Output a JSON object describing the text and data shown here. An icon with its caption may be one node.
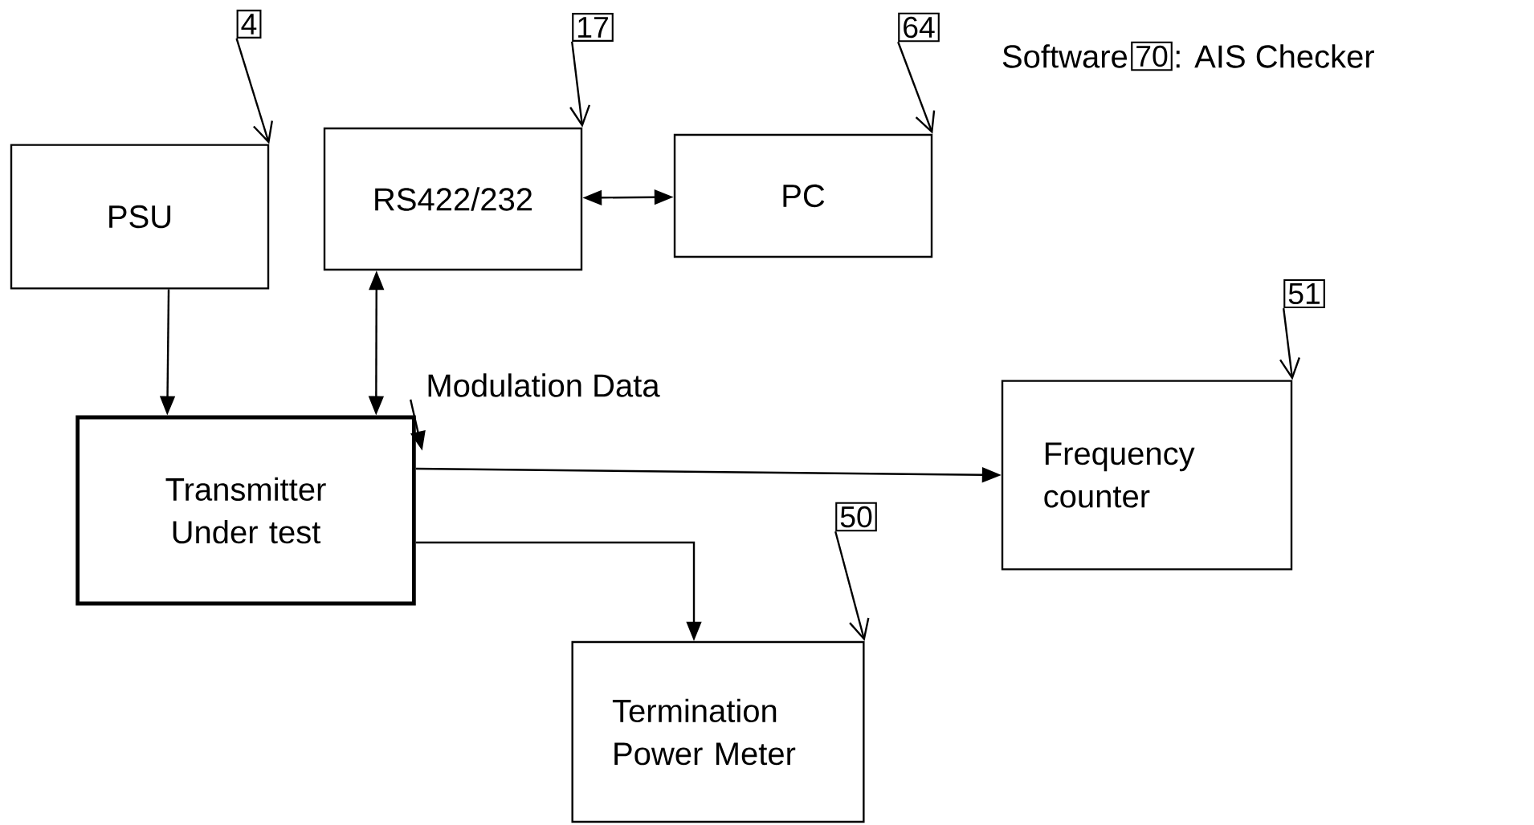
{
  "diagram": {
    "nodes": [
      {
        "text": [
          "PSU"
        ]
      },
      {
        "text": [
          "RS422/232"
        ]
      },
      {
        "text": [
          "PC"
        ]
      },
      {
        "text": [
          "Transmitter Under test"
        ]
      },
      {
        "text": [
          "Frequency counter"
        ]
      },
      {
        "text": [
          "Termination Power Meter"
        ]
      },
      {
        "text": [
          "4"
        ]
      },
      {
        "text": [
          "17"
        ]
      },
      {
        "text": [
          "64"
        ]
      },
      {
        "text": [
          "51"
        ]
      },
      {
        "text": [
          "50"
        ]
      },
      {
        "text": [
          "Modulation Data"
        ]
      },
      {
        "text": [
          "70"
        ]
      }
    ],
    "edges": [
      {
        "from": 0,
        "to": 3,
        "arrow": "to"
      },
      {
        "from": 1,
        "to": 3,
        "arrow": "both"
      },
      {
        "from": 1,
        "to": 2,
        "arrow": "both"
      },
      {
        "from": 3,
        "to": 4,
        "arrow": "to"
      },
      {
        "from": 3,
        "to": 5,
        "arrow": "to"
      },
      {
        "from": 6,
        "to": 0,
        "arrow": "to"
      },
      {
        "from": 7,
        "to": 1,
        "arrow": "to"
      },
      {
        "from": 8,
        "to": 2,
        "arrow": "to"
      },
      {
        "from": 9,
        "to": 4,
        "arrow": "to"
      },
      {
        "from": 10,
        "to": 5,
        "arrow": "to"
      },
      {
        "from": 11,
        "to": 3,
        "arrow": "to"
      }
    ],
    "labels": [
      "Software",
      ": AIS Checker"
    ]
  }
}
